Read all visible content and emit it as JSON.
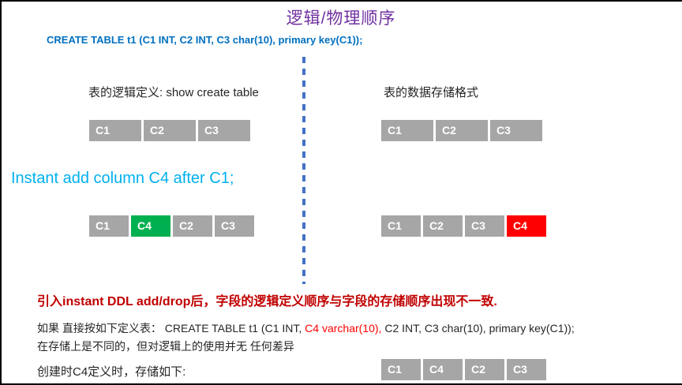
{
  "slide": {
    "title": "逻辑/物理顺序",
    "create_table_sql": "CREATE TABLE t1 (C1 INT, C2 INT, C3 char(10), primary key(C1));",
    "left_section_label": "表的逻辑定义: show create table",
    "right_section_label": "表的数据存储格式",
    "instant_ddl_sql": "Instant add column C4 after C1;",
    "conclusion": "引入instant DDL add/drop后，字段的逻辑定义顺序与字段的存储顺序出现不一致.",
    "note_line1_prefix": "如果 直接按如下定义表： CREATE TABLE t1 (C1 INT, ",
    "note_line1_highlight": "C4 varchar(10),",
    "note_line1_suffix": " C2 INT, C3 char(10), primary key(C1));",
    "note_line2": "在存储上是不同的，但对逻辑上的使用并无 任何差异",
    "bottom_note": "创建时C4定义时，存储如下:"
  },
  "rows": {
    "logical_before": {
      "cells": [
        {
          "label": "C1",
          "color": "gray"
        },
        {
          "label": "C2",
          "color": "gray"
        },
        {
          "label": "C3",
          "color": "gray"
        }
      ]
    },
    "storage_before": {
      "cells": [
        {
          "label": "C1",
          "color": "gray"
        },
        {
          "label": "C2",
          "color": "gray"
        },
        {
          "label": "C3",
          "color": "gray"
        }
      ]
    },
    "logical_after": {
      "cells": [
        {
          "label": "C1",
          "color": "gray"
        },
        {
          "label": "C4",
          "color": "green"
        },
        {
          "label": "C2",
          "color": "gray"
        },
        {
          "label": "C3",
          "color": "gray"
        }
      ]
    },
    "storage_after": {
      "cells": [
        {
          "label": "C1",
          "color": "gray"
        },
        {
          "label": "C2",
          "color": "gray"
        },
        {
          "label": "C3",
          "color": "gray"
        },
        {
          "label": "C4",
          "color": "red"
        }
      ]
    },
    "storage_c4_first": {
      "cells": [
        {
          "label": "C1",
          "color": "gray"
        },
        {
          "label": "C4",
          "color": "gray"
        },
        {
          "label": "C2",
          "color": "gray"
        },
        {
          "label": "C3",
          "color": "gray"
        }
      ]
    }
  },
  "colors": {
    "title_purple": "#7030A0",
    "sql_blue": "#0070C0",
    "instant_blue": "#00B0F0",
    "conclusion_red": "#C00000",
    "highlight_red": "#FF0000",
    "divider_blue": "#4472C4",
    "gray": "#A6A6A6",
    "green": "#00B050",
    "red": "#FF0000"
  }
}
